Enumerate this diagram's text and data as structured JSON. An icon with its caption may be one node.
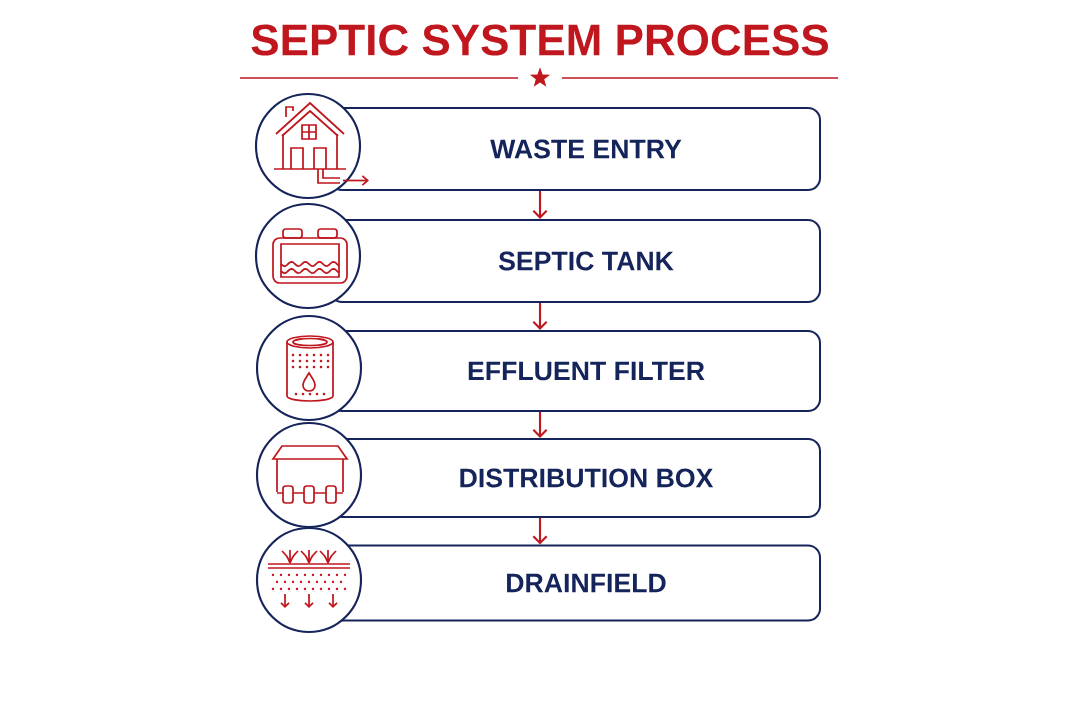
{
  "diagram": {
    "title": "SEPTIC SYSTEM PROCESS",
    "nodes": [
      {
        "text": [
          "WASTE ENTRY"
        ]
      },
      {
        "text": [
          "SEPTIC TANK"
        ]
      },
      {
        "text": [
          "EFFLUENT FILTER"
        ]
      },
      {
        "text": [
          "DISTRIBUTION BOX"
        ]
      },
      {
        "text": [
          "DRAINFIELD"
        ]
      }
    ],
    "edges": [
      {
        "from": 0,
        "to": 1,
        "arrow": "to"
      },
      {
        "from": 1,
        "to": 2,
        "arrow": "to"
      },
      {
        "from": 2,
        "to": 3,
        "arrow": "to"
      },
      {
        "from": 3,
        "to": 4,
        "arrow": "to"
      }
    ]
  }
}
